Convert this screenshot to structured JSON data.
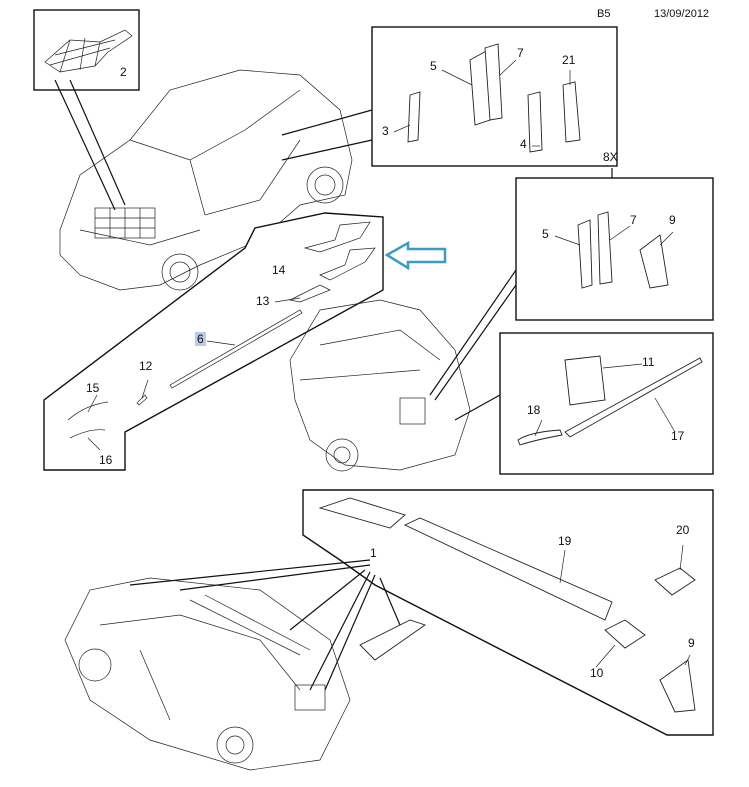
{
  "header": {
    "page_code": "B5",
    "date": "13/09/2012"
  },
  "callouts": {
    "c2": "2",
    "c5a": "5",
    "c7a": "7",
    "c21": "21",
    "c3": "3",
    "c4": "4",
    "c8x": "8X",
    "c5b": "5",
    "c7b": "7",
    "c9a": "9",
    "c14": "14",
    "c13": "13",
    "c6": "6",
    "c12": "12",
    "c15": "15",
    "c16": "16",
    "c11": "11",
    "c18": "18",
    "c17": "17",
    "c1": "1",
    "c19": "19",
    "c20": "20",
    "c10": "10",
    "c9b": "9"
  },
  "highlight": {
    "selected_part": "6",
    "arrow_color": "#3a9cc4",
    "highlight_color": "#b9cbe6"
  }
}
